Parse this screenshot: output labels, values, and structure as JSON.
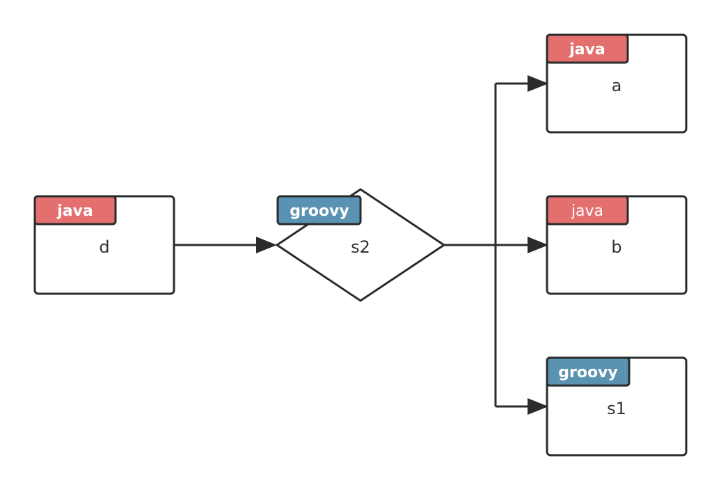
{
  "colors": {
    "java_tag": "#e46f6f",
    "groovy_tag": "#5a93b2",
    "stroke": "#2b2b2b",
    "background": "#ffffff"
  },
  "nodes": {
    "d": {
      "label": "d",
      "tag": "java"
    },
    "s2": {
      "label": "s2",
      "tag": "groovy",
      "shape": "diamond"
    },
    "a": {
      "label": "a",
      "tag": "java"
    },
    "b": {
      "label": "b",
      "tag": "java"
    },
    "s1": {
      "label": "s1",
      "tag": "groovy"
    }
  },
  "edges": [
    {
      "from": "d",
      "to": "s2"
    },
    {
      "from": "s2",
      "to": "a"
    },
    {
      "from": "s2",
      "to": "b"
    },
    {
      "from": "s2",
      "to": "s1"
    }
  ]
}
